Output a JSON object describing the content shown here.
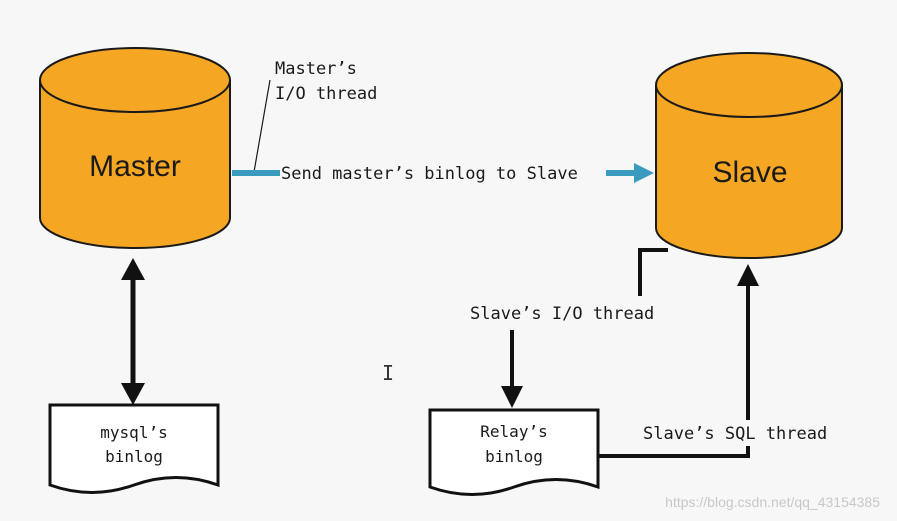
{
  "diagram": {
    "master_label": "Master",
    "slave_label": "Slave",
    "master_io_thread": [
      "Master’s",
      "I/O thread"
    ],
    "send_label": "Send master’s binlog to Slave",
    "slave_io_thread": "Slave’s I/O thread",
    "slave_sql_thread": "Slave’s SQL thread",
    "mysql_binlog": [
      "mysql’s",
      "binlog"
    ],
    "relay_binlog": [
      "Relay’s",
      "binlog"
    ],
    "cursor_glyph": "I",
    "watermark": "https://blog.csdn.net/qq_43154385"
  },
  "colors": {
    "cylinder_fill": "#F5A623",
    "cylinder_stroke": "#1a1a1a",
    "send_arrow": "#3A9BC1",
    "arrow": "#111111"
  }
}
